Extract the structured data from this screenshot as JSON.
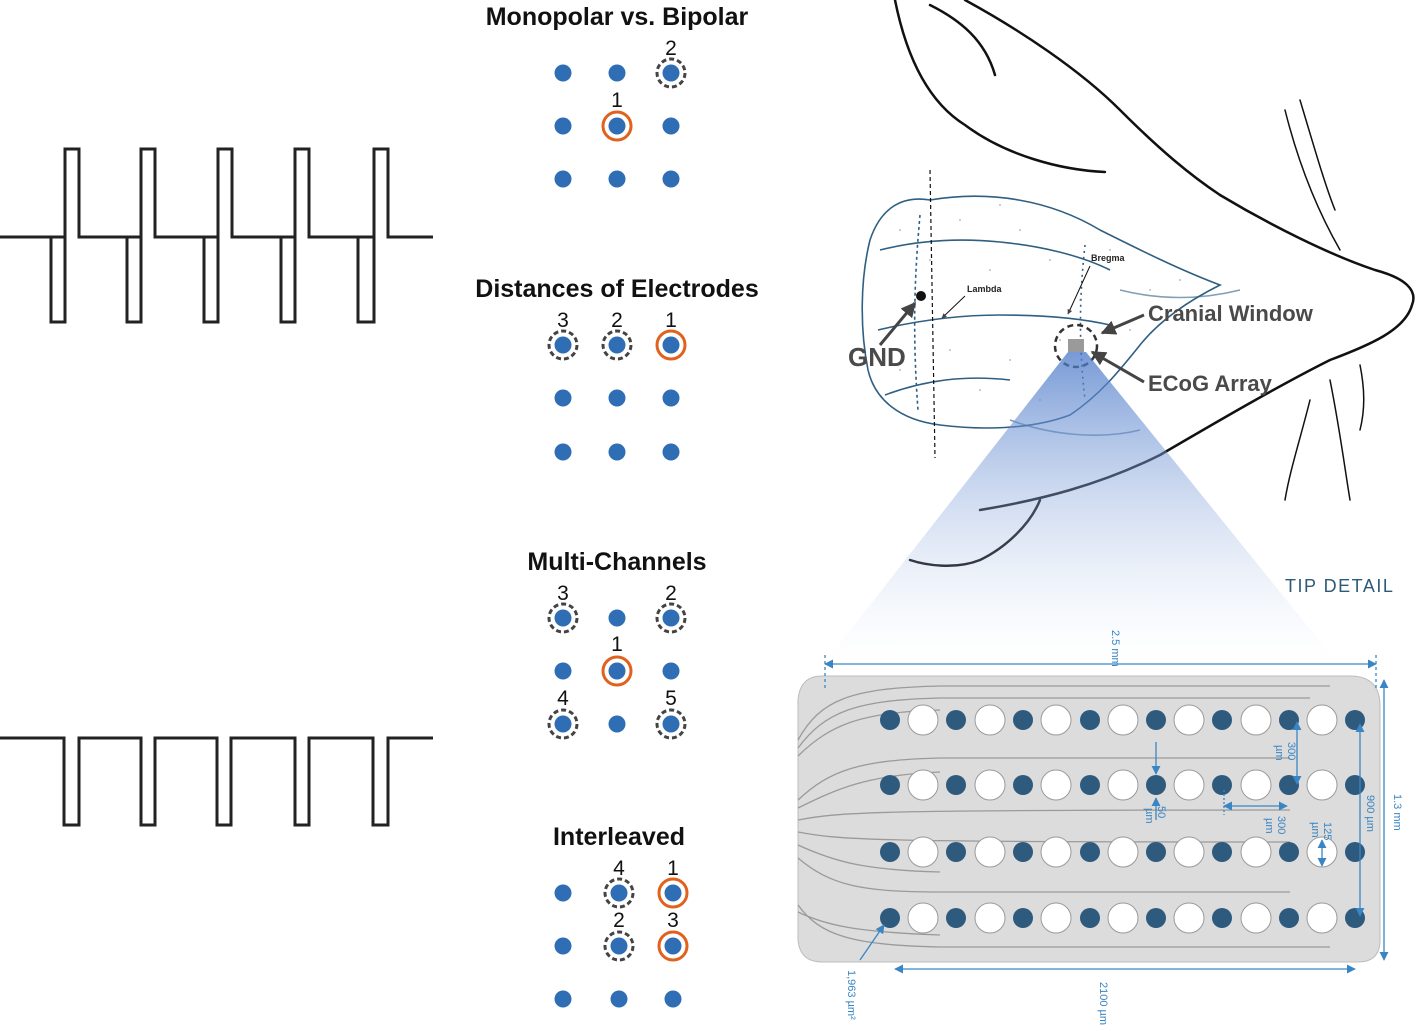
{
  "colors": {
    "electrode": "#2f6db5",
    "selected_ring": "#e0621e",
    "reference_ring": "#444444",
    "array_body": "#dcdcdc",
    "array_contact": "#2e5a7e",
    "dimension": "#3a86c4",
    "skull_lines": "#2f5f82"
  },
  "panels": [
    {
      "title": "Monopolar vs. Bipolar",
      "labels": [
        "2",
        "1"
      ]
    },
    {
      "title": "Distances of Electrodes",
      "labels": [
        "3",
        "2",
        "1"
      ]
    },
    {
      "title": "Multi-Channels",
      "labels": [
        "3",
        "2",
        "1",
        "4",
        "5"
      ]
    },
    {
      "title": "Interleaved",
      "labels": [
        "4",
        "1",
        "2",
        "3"
      ]
    }
  ],
  "waveforms": {
    "top": "biphasic-pulse-train",
    "bottom": "monophasic-pulse-train"
  },
  "anatomy": {
    "lambda": "Lambda",
    "bregma": "Bregma",
    "gnd": "GND",
    "cranial_window": "Cranial Window",
    "ecog_array": "ECoG Array"
  },
  "tip_detail": {
    "heading": "TIP DETAIL",
    "width": "2.5 mm",
    "height": "1.3 mm",
    "span_vertical": "900 µm",
    "span_horizontal": "2100 µm",
    "row_pitch_value": "300",
    "row_pitch_unit": "µm",
    "col_pitch_value": "300",
    "col_pitch_unit": "µm",
    "gap_value": "50",
    "gap_unit": "µm",
    "diameter_value": "125",
    "diameter_unit": "µm",
    "contact_area": "1,963 µm²"
  }
}
